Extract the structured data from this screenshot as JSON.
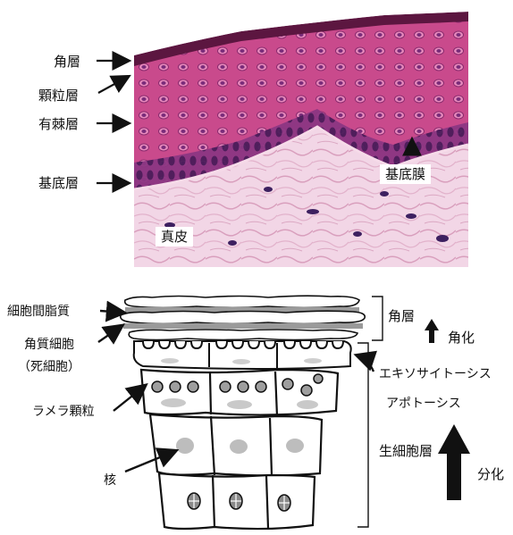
{
  "micrograph": {
    "labels": {
      "kakuso": "角層",
      "kabin": "顆粒層",
      "yuukyoku": "有棘層",
      "kitei": "基底層",
      "kiteimaku": "基底膜",
      "shinpi": "真皮"
    }
  },
  "diagram": {
    "labels": {
      "intercellular_lipid": "細胞間脂質",
      "corneocyte": "角質細胞",
      "dead_cell": "（死細胞）",
      "lamellar_granule": "ラメラ顆粒",
      "nucleus": "核",
      "stratum_corneum": "角層",
      "keratinization": "角化",
      "exocytosis": "エキソサイトーシス",
      "apoptosis": "アポトーシス",
      "living_layer": "生細胞層",
      "differentiation": "分化"
    }
  },
  "colors": {
    "tissue_pink": "#d9579a",
    "tissue_dark": "#6a1f63",
    "dermis": "#efcfe0",
    "nucleus_gray": "#bdbdbd"
  }
}
